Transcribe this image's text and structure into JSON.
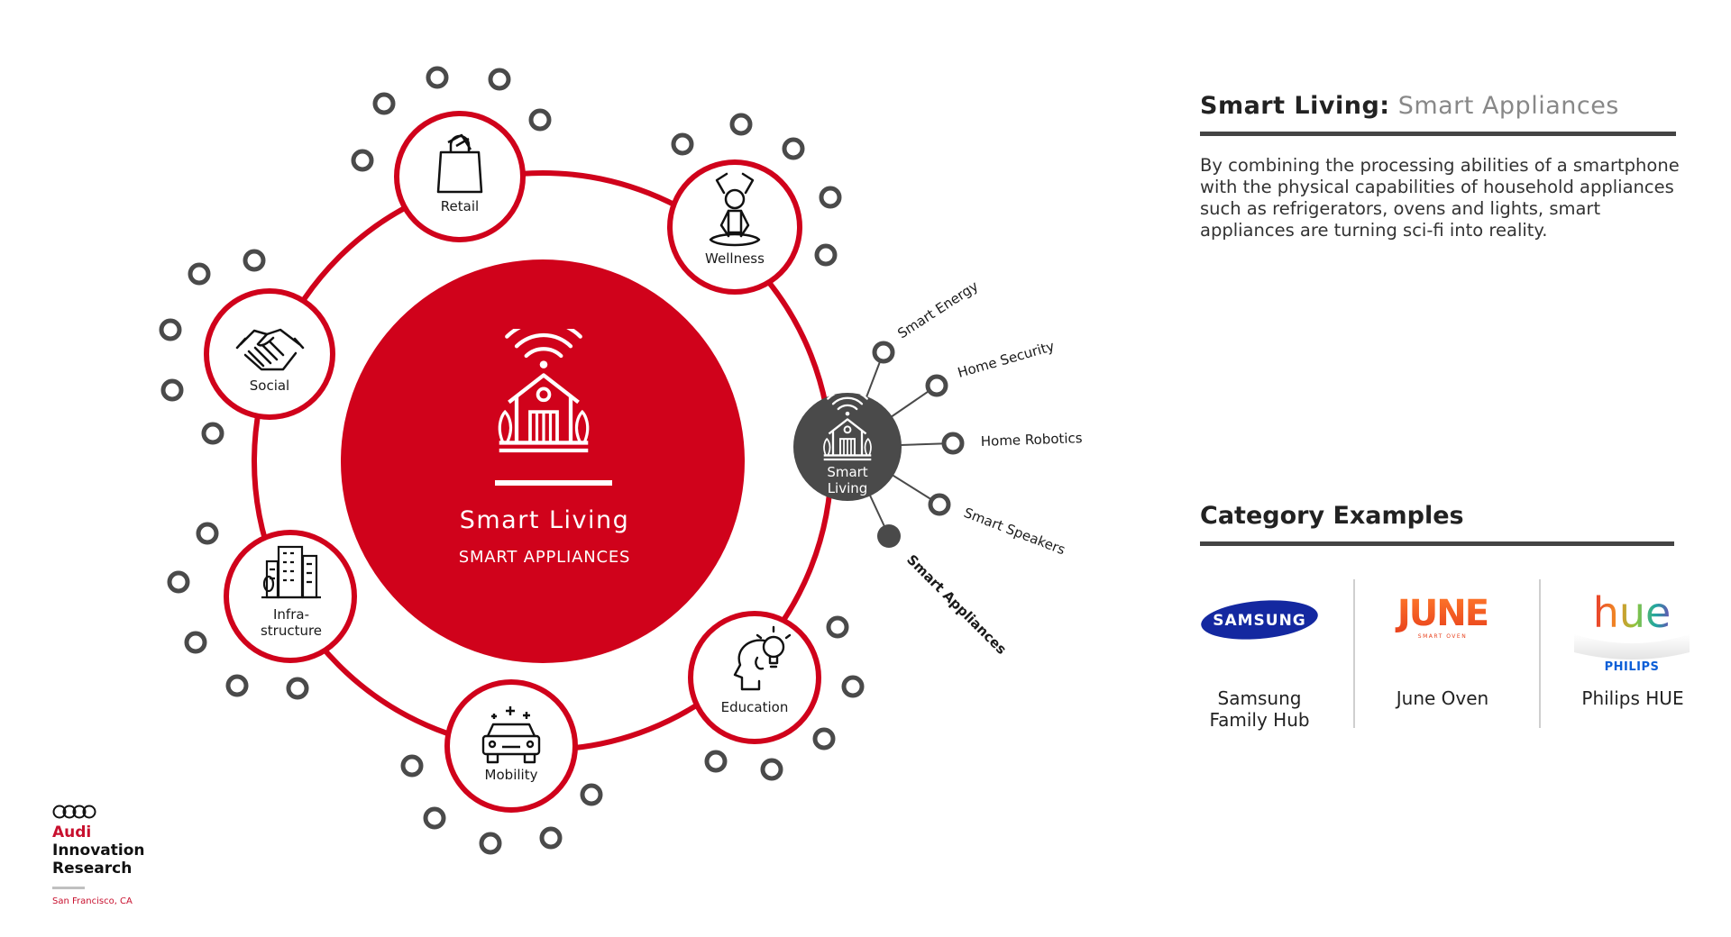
{
  "diagram": {
    "center": {
      "title": "Smart Living",
      "subtitle": "SMART APPLIANCES"
    },
    "categories": [
      {
        "label": "Retail"
      },
      {
        "label": "Wellness"
      },
      {
        "label": "Social"
      },
      {
        "label": "Infra-",
        "label2": "structure"
      },
      {
        "label": "Mobility"
      },
      {
        "label": "Education"
      }
    ],
    "active_node": {
      "label": "Smart",
      "label2": "Living"
    },
    "spokes": [
      "Smart Energy",
      "Home Security",
      "Home Robotics",
      "Smart Speakers"
    ],
    "selected_spoke": "Smart Appliances"
  },
  "panel": {
    "title_strong": "Smart Living:",
    "title_light": "Smart Appliances",
    "body": "By combining the processing abilities of a smartphone with the physical capabilities of household appliances such as refrigerators, ovens and lights, smart appliances are turning sci-fi into reality.",
    "examples_title": "Category Examples",
    "examples": [
      {
        "logo_text": "SAMSUNG",
        "label": "Samsung",
        "label2": "Family Hub"
      },
      {
        "logo_text": "JUNE",
        "logo_sub": "SMART OVEN",
        "label": "June Oven"
      },
      {
        "logo_text": "hue",
        "logo_sub": "PHILIPS",
        "label": "Philips HUE"
      }
    ]
  },
  "brand": {
    "line1": "Audi",
    "line2": "Innovation",
    "line3": "Research",
    "location": "San Francisco, CA"
  },
  "colors": {
    "accent": "#D0021B",
    "dark_node": "#4A4A4A",
    "ring": "#D0021B"
  },
  "icons": [
    "shopping-bag-icon",
    "yoga-person-icon",
    "handshake-icon",
    "buildings-icon",
    "car-icon",
    "head-lightbulb-icon",
    "smart-home-wifi-icon"
  ]
}
